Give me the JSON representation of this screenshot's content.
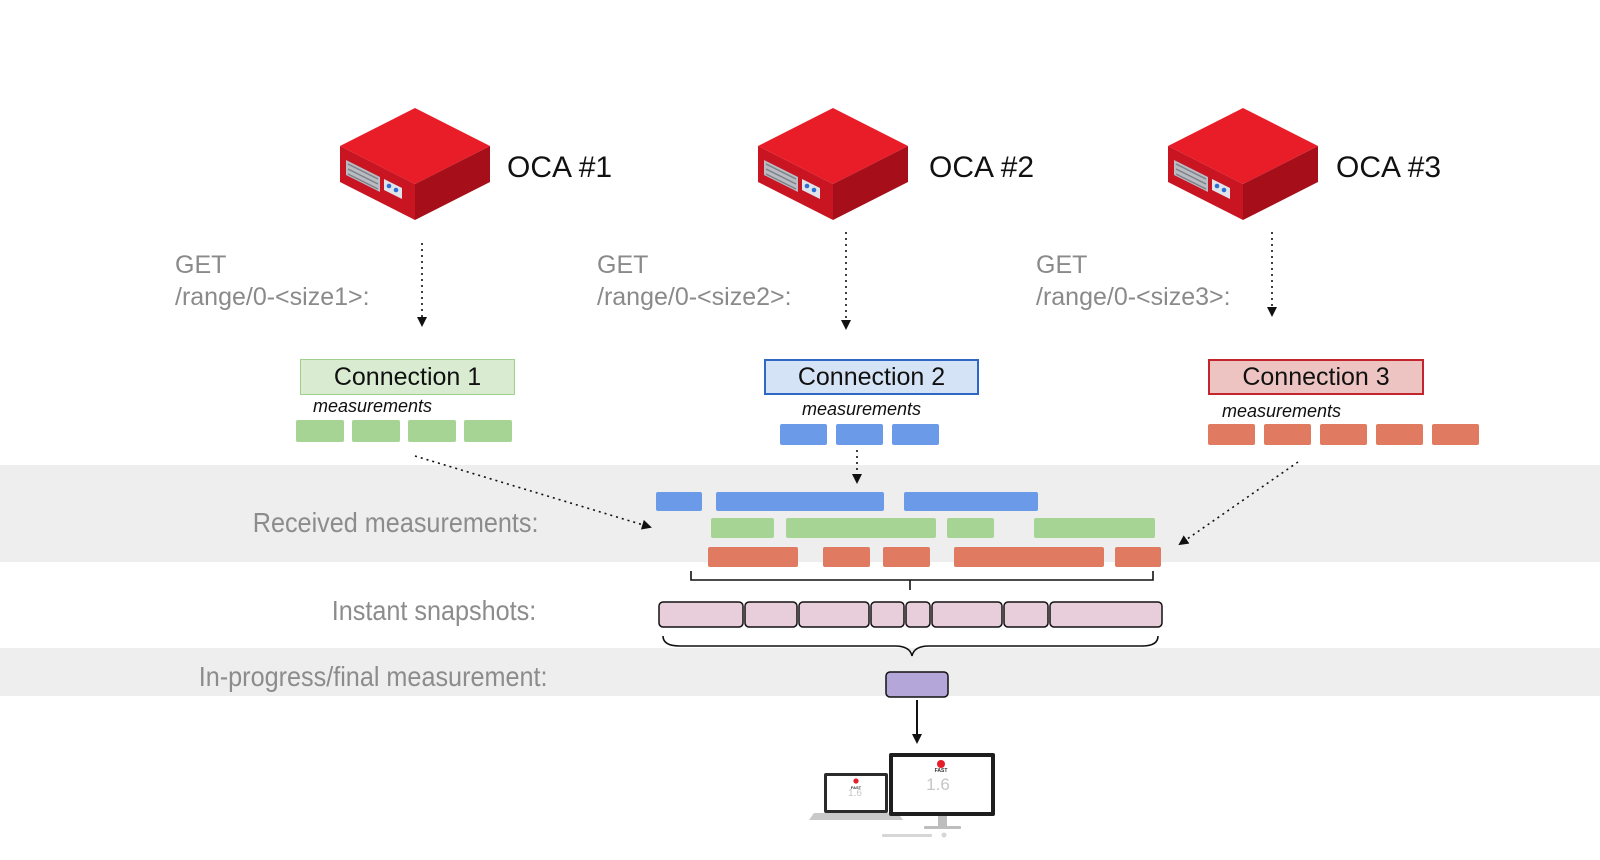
{
  "servers": [
    {
      "label": "OCA #1",
      "get_line1": "GET",
      "get_line2": "/range/0-<size1>:",
      "connection": "Connection 1",
      "measurements_label": "measurements",
      "color": "#9fd18d"
    },
    {
      "label": "OCA #2",
      "get_line1": "GET",
      "get_line2": "/range/0-<size2>:",
      "connection": "Connection 2",
      "measurements_label": "measurements",
      "color": "#6a9ae8"
    },
    {
      "label": "OCA #3",
      "get_line1": "GET",
      "get_line2": "/range/0-<size3>:",
      "connection": "Connection 3",
      "measurements_label": "measurements",
      "color": "#e07b62"
    }
  ],
  "rows": {
    "received": "Received measurements:",
    "snapshots": "Instant snapshots:",
    "final": "In-progress/final measurement:"
  },
  "device": {
    "laptop_reading": "1.6",
    "monitor_reading": "1.6",
    "brand": "FAST"
  },
  "colors": {
    "server_red": "#e51e2a",
    "band_gray": "#eeeeee",
    "snapshot_pink": "#e8cddb",
    "final_purple": "#b4a6d8",
    "label_gray": "#8c8c8c"
  }
}
